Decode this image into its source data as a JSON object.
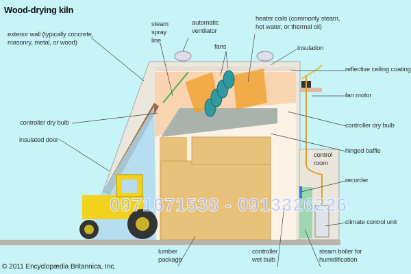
{
  "title": "Wood-drying kiln",
  "labels": {
    "exterior_wall": "exterior wall (typically concrete,\nmasonry, metal, or wood)",
    "steam_spray_line": "steam\nspray\nline",
    "automatic_ventilator": "automatic\nventilator",
    "fans": "fans",
    "heater_coils": "heater coils (commonly steam,\nhot water, or thermal oil)",
    "insulation": "insulation",
    "reflective_ceiling_coating": "reflective ceiling coating",
    "fan_motor": "fan motor",
    "controller_dry_bulb_left": "controller dry bulb",
    "controller_dry_bulb_right": "controller dry bulb",
    "hinged_baffle": "hinged baffle",
    "insulated_door": "insulated door",
    "control_room": "control\nroom",
    "recorder": "recorder",
    "climate_control_unit": "climate control unit",
    "lumber_package": "lumber\npackage",
    "controller_wet_bulb": "controller\nwet bulb",
    "steam_boiler": "steam boiler for\nhumidification"
  },
  "copyright": "© 2011 Encyclopædia Britannica, Inc.",
  "watermark": "0971671538 - 0913326226",
  "colors": {
    "background": "#c6f4f9",
    "lumber": "#e8c27a",
    "heater": "#f0a030",
    "fan": "#2f9aa0",
    "tractor": "#f2d21c"
  }
}
